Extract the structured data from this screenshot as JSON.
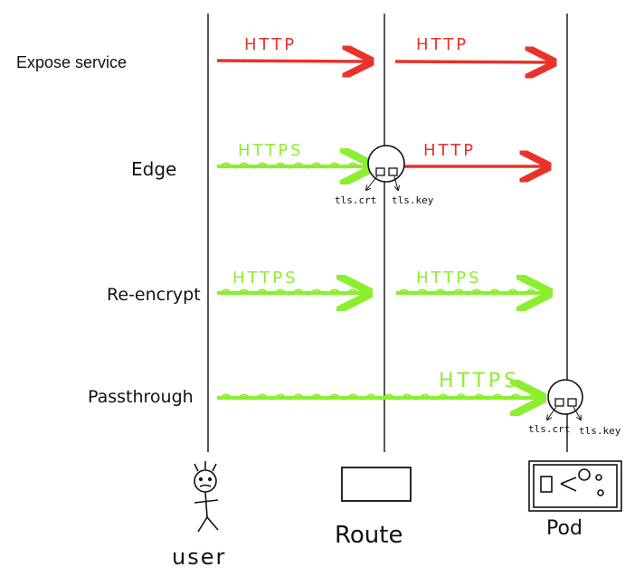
{
  "colors": {
    "http": "#e8322a",
    "https": "#8bef2f",
    "ink": "#111111"
  },
  "rows": {
    "expose": {
      "label": "Expose service",
      "seg1_protocol": "HTTP",
      "seg2_protocol": "HTTP"
    },
    "edge": {
      "label": "Edge",
      "seg1_protocol": "HTTPS",
      "seg2_protocol": "HTTP",
      "cert_label": "tls.crt",
      "key_label": "tls.key"
    },
    "reencrypt": {
      "label": "Re-encrypt",
      "seg1_protocol": "HTTPS",
      "seg2_protocol": "HTTPS"
    },
    "passthrough": {
      "label": "Passthrough",
      "protocol": "HTTPS",
      "cert_label": "tls.crt",
      "key_label": "tls.key"
    }
  },
  "actors": {
    "user": "user",
    "route": "Route",
    "pod": "Pod"
  }
}
